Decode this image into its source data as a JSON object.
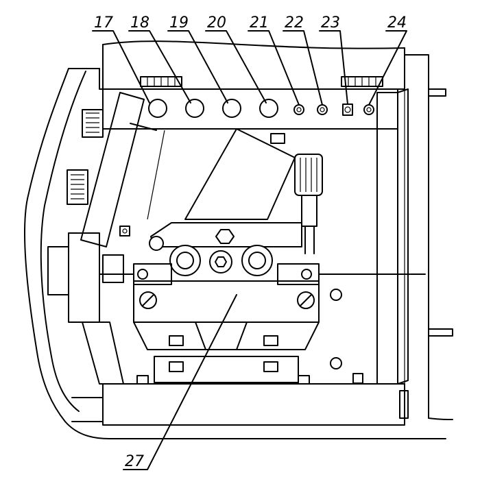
{
  "callouts": [
    {
      "id": "17",
      "label": "17"
    },
    {
      "id": "18",
      "label": "18"
    },
    {
      "id": "19",
      "label": "19"
    },
    {
      "id": "20",
      "label": "20"
    },
    {
      "id": "21",
      "label": "21"
    },
    {
      "id": "22",
      "label": "22"
    },
    {
      "id": "23",
      "label": "23"
    },
    {
      "id": "24",
      "label": "24"
    },
    {
      "id": "27",
      "label": "27"
    }
  ]
}
